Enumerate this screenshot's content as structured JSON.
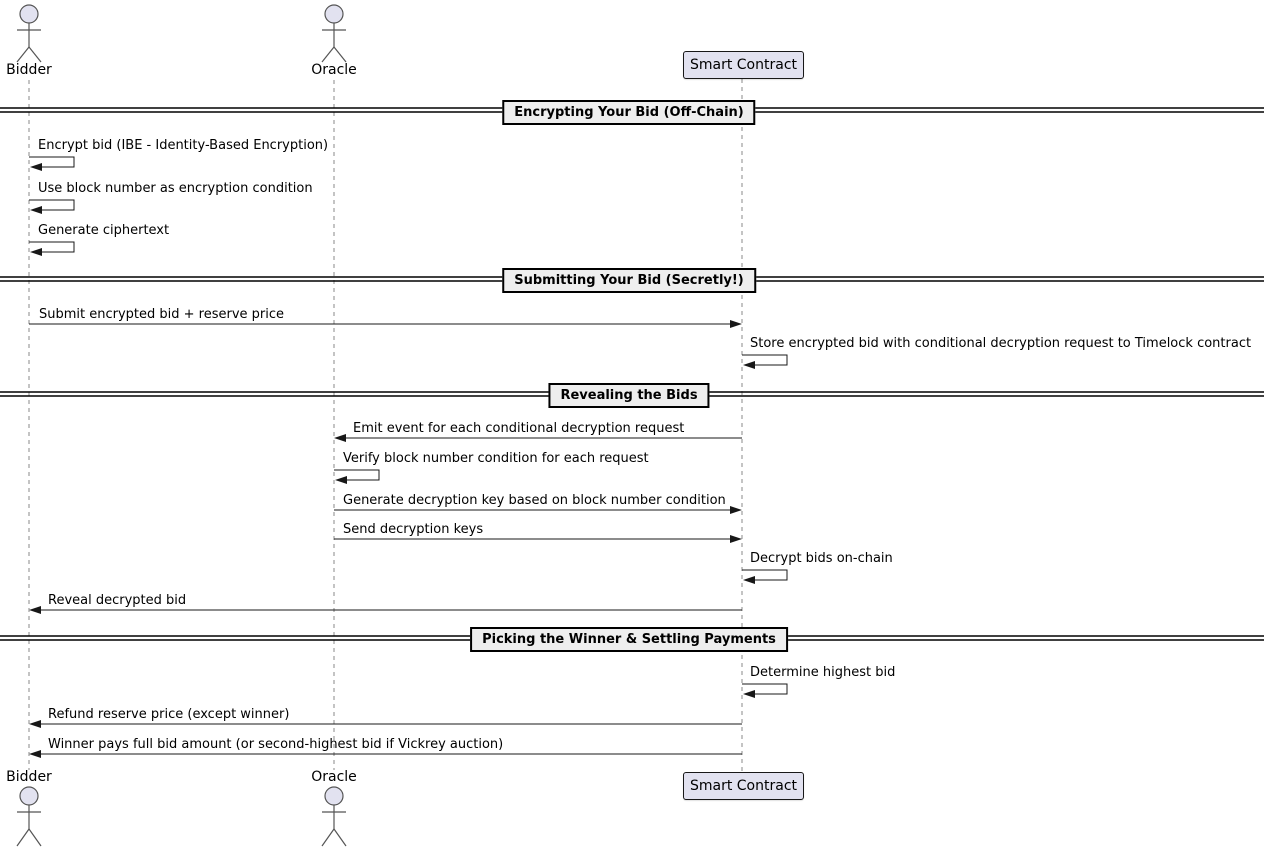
{
  "diagram_type": "sequence-diagram",
  "participants": {
    "bidder": {
      "label": "Bidder",
      "type": "actor"
    },
    "oracle": {
      "label": "Oracle",
      "type": "actor"
    },
    "contract": {
      "label": "Smart Contract",
      "type": "participant-box"
    }
  },
  "dividers": [
    {
      "label": "Encrypting Your Bid (Off-Chain)"
    },
    {
      "label": "Submitting Your Bid (Secretly!)"
    },
    {
      "label": "Revealing the Bids"
    },
    {
      "label": "Picking the Winner & Settling Payments"
    }
  ],
  "messages": [
    {
      "from": "Bidder",
      "to": "Bidder",
      "kind": "self",
      "text": "Encrypt bid (IBE - Identity-Based Encryption)"
    },
    {
      "from": "Bidder",
      "to": "Bidder",
      "kind": "self",
      "text": "Use block number as encryption condition"
    },
    {
      "from": "Bidder",
      "to": "Bidder",
      "kind": "self",
      "text": "Generate ciphertext"
    },
    {
      "from": "Bidder",
      "to": "Smart Contract",
      "kind": "arrow",
      "text": "Submit encrypted bid + reserve price"
    },
    {
      "from": "Smart Contract",
      "to": "Smart Contract",
      "kind": "self",
      "text": "Store encrypted bid with conditional decryption request to Timelock contract"
    },
    {
      "from": "Smart Contract",
      "to": "Oracle",
      "kind": "arrow",
      "text": "Emit event for each conditional decryption request"
    },
    {
      "from": "Oracle",
      "to": "Oracle",
      "kind": "self",
      "text": "Verify block number condition for each request"
    },
    {
      "from": "Oracle",
      "to": "Smart Contract",
      "kind": "arrow",
      "text": "Generate decryption key based on block number condition"
    },
    {
      "from": "Oracle",
      "to": "Smart Contract",
      "kind": "arrow",
      "text": "Send decryption keys"
    },
    {
      "from": "Smart Contract",
      "to": "Smart Contract",
      "kind": "self",
      "text": "Decrypt bids on-chain"
    },
    {
      "from": "Smart Contract",
      "to": "Bidder",
      "kind": "arrow",
      "text": "Reveal decrypted bid"
    },
    {
      "from": "Smart Contract",
      "to": "Smart Contract",
      "kind": "self",
      "text": "Determine highest bid"
    },
    {
      "from": "Smart Contract",
      "to": "Bidder",
      "kind": "arrow",
      "text": "Refund reserve price (except winner)"
    },
    {
      "from": "Smart Contract",
      "to": "Bidder",
      "kind": "arrow",
      "text": "Winner pays full bid amount (or second-highest bid if Vickrey auction)"
    }
  ],
  "colors": {
    "participant_fill": "#E2E2F0",
    "participant_border": "#181818",
    "divider_fill": "#EEEEEE",
    "divider_border": "#000000",
    "message_line": "#181818",
    "lifeline": "#888888",
    "actor_stroke": "#555555",
    "background": "#FFFFFF"
  }
}
